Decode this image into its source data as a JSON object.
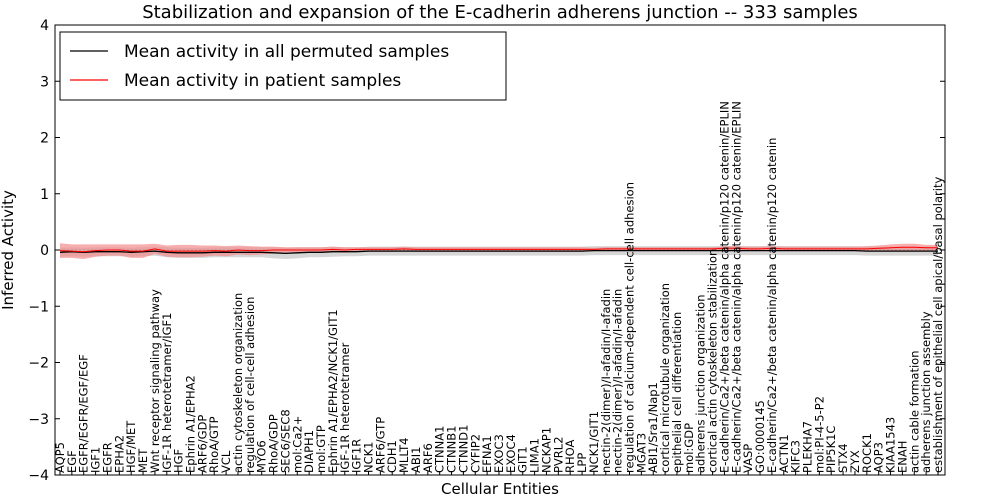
{
  "chart_data": {
    "type": "line",
    "title": "Stabilization and expansion of the E-cadherin adherens junction -- 333 samples",
    "xlabel": "Cellular Entities",
    "ylabel": "Inferred Activity",
    "ylim": [
      -4,
      4
    ],
    "yticks": [
      -4,
      -3,
      -2,
      -1,
      0,
      1,
      2,
      3,
      4
    ],
    "grid": false,
    "legend_position": "top-left",
    "categories": [
      "AQP5",
      "EGF",
      "EGFR/EGFR/EGF/EGF",
      "IGF1",
      "EGFR",
      "EPHA2",
      "HGF/MET",
      "MET",
      "Wnt receptor signaling pathway",
      "IGF-1R heterotetramer/IGF1",
      "HGF",
      "Ephrin A1/EPHA2",
      "ARF6/GDP",
      "RhoA/GTP",
      "VCL",
      "actin cytoskeleton organization",
      "regulation of cell-cell adhesion",
      "MYO6",
      "RhoA/GDP",
      "SEC6/SEC8",
      "mol:Ca2+",
      "DIAPH1",
      "mol:GTP",
      "Ephrin A1/EPHA2/NCK1/GIT1",
      "IGF-1R heterotetramer",
      "IGF1R",
      "NCK1",
      "ARF6/GTP",
      "CDH1",
      "MLLT4",
      "ABI1",
      "ARF6",
      "CTNNA1",
      "CTNNB1",
      "CTNND1",
      "CYFIP2",
      "EFNA1",
      "EXOC3",
      "EXOC4",
      "GIT1",
      "LIMA1",
      "NCKAP1",
      "PVRL2",
      "RHOA",
      "LPP",
      "NCK1/GIT1",
      "nectin-2(dimer)/I-afadin/I-afadin",
      "nectin-2(dimer)/I-afadin/I-afadin",
      "regulation of calcium-dependent cell-cell adhesion",
      "MGAT3",
      "ABI1/Sra1/Nap1",
      "cortical microtubule organization",
      "epithelial cell differentiation",
      "mol:GDP",
      "adherens junction organization",
      "cortical actin cytoskeleton stabilization",
      "E-cadherin/Ca2+/beta catenin/alpha catenin/p120 catenin/EPLIN",
      "E-cadherin/Ca2+/beta catenin/alpha catenin/p120 catenin/EPLIN",
      "VASP",
      "GO:0000145",
      "E-cadherin/Ca2+/beta catenin/alpha catenin/p120 catenin",
      "ACTN1",
      "KIFC3",
      "PLEKHA7",
      "mol:PI-4-5-P2",
      "PIP5K1C",
      "STX4",
      "ZYX",
      "ROCK1",
      "AQP3",
      "KIAA1543",
      "ENAH",
      "actin cable formation",
      "adherens junction assembly",
      "establishment of epithelial cell apical/basal polarity"
    ],
    "series": [
      {
        "name": "Mean activity in all permuted samples",
        "color": "#000000",
        "band_color": "#bbbbbb",
        "values": [
          -0.04,
          -0.03,
          -0.04,
          -0.03,
          -0.03,
          -0.03,
          -0.04,
          -0.03,
          -0.02,
          -0.04,
          -0.05,
          -0.05,
          -0.05,
          -0.04,
          -0.04,
          -0.04,
          -0.04,
          -0.04,
          -0.05,
          -0.06,
          -0.05,
          -0.04,
          -0.04,
          -0.03,
          -0.03,
          -0.03,
          -0.02,
          -0.02,
          -0.02,
          -0.02,
          -0.02,
          -0.02,
          -0.02,
          -0.02,
          -0.02,
          -0.02,
          -0.02,
          -0.02,
          -0.02,
          -0.02,
          -0.02,
          -0.02,
          -0.02,
          -0.02,
          -0.02,
          -0.01,
          -0.01,
          -0.01,
          -0.01,
          -0.01,
          -0.01,
          -0.01,
          -0.01,
          -0.01,
          -0.01,
          -0.01,
          -0.01,
          -0.01,
          -0.01,
          -0.01,
          -0.01,
          -0.01,
          -0.01,
          -0.01,
          -0.01,
          -0.01,
          -0.01,
          -0.01,
          -0.02,
          -0.02,
          -0.02,
          -0.02,
          -0.02,
          -0.02,
          -0.02
        ],
        "spread": [
          0.08,
          0.08,
          0.08,
          0.08,
          0.08,
          0.08,
          0.08,
          0.08,
          0.08,
          0.09,
          0.09,
          0.09,
          0.09,
          0.09,
          0.09,
          0.09,
          0.09,
          0.09,
          0.1,
          0.1,
          0.1,
          0.09,
          0.09,
          0.09,
          0.08,
          0.08,
          0.08,
          0.08,
          0.08,
          0.08,
          0.08,
          0.08,
          0.08,
          0.08,
          0.08,
          0.08,
          0.08,
          0.08,
          0.08,
          0.08,
          0.08,
          0.08,
          0.08,
          0.08,
          0.08,
          0.08,
          0.08,
          0.08,
          0.08,
          0.08,
          0.08,
          0.08,
          0.08,
          0.08,
          0.08,
          0.08,
          0.08,
          0.08,
          0.08,
          0.08,
          0.08,
          0.08,
          0.08,
          0.08,
          0.08,
          0.08,
          0.08,
          0.08,
          0.08,
          0.08,
          0.08,
          0.08,
          0.08,
          0.08,
          0.08
        ]
      },
      {
        "name": "Mean activity in patient samples",
        "color": "#ff0000",
        "band_color": "#f28c8c",
        "values": [
          -0.01,
          -0.02,
          -0.03,
          -0.01,
          0,
          0,
          -0.02,
          -0.02,
          0.02,
          -0.02,
          -0.02,
          -0.02,
          -0.02,
          -0.01,
          -0.02,
          0,
          -0.01,
          -0.01,
          0,
          0,
          0,
          0,
          0,
          0.01,
          0,
          0.01,
          0.01,
          0.01,
          0.01,
          0.02,
          0.01,
          0.01,
          0.01,
          0.01,
          0.01,
          0.01,
          0.01,
          0.01,
          0.01,
          0.01,
          0.01,
          0.01,
          0.01,
          0.01,
          0.01,
          0.01,
          0.02,
          0.02,
          0.02,
          0.02,
          0.02,
          0.02,
          0.02,
          0.02,
          0.02,
          0.02,
          0.03,
          0.03,
          0.02,
          0.02,
          0.03,
          0.02,
          0.02,
          0.02,
          0.02,
          0.02,
          0.02,
          0.02,
          0.02,
          0.03,
          0.04,
          0.05,
          0.05,
          0.04,
          0.04
        ],
        "spread": [
          0.13,
          0.12,
          0.13,
          0.11,
          0.1,
          0.1,
          0.12,
          0.12,
          0.09,
          0.1,
          0.11,
          0.11,
          0.1,
          0.09,
          0.09,
          0.08,
          0.08,
          0.07,
          0.06,
          0.05,
          0.05,
          0.05,
          0.05,
          0.05,
          0.05,
          0.04,
          0.04,
          0.04,
          0.04,
          0.04,
          0.04,
          0.04,
          0.04,
          0.04,
          0.04,
          0.04,
          0.04,
          0.04,
          0.04,
          0.04,
          0.04,
          0.04,
          0.04,
          0.04,
          0.04,
          0.03,
          0.03,
          0.03,
          0.03,
          0.03,
          0.03,
          0.03,
          0.03,
          0.03,
          0.03,
          0.03,
          0.04,
          0.04,
          0.04,
          0.04,
          0.04,
          0.04,
          0.04,
          0.04,
          0.04,
          0.04,
          0.04,
          0.04,
          0.05,
          0.05,
          0.06,
          0.06,
          0.06,
          0.05,
          0.05
        ]
      }
    ]
  }
}
